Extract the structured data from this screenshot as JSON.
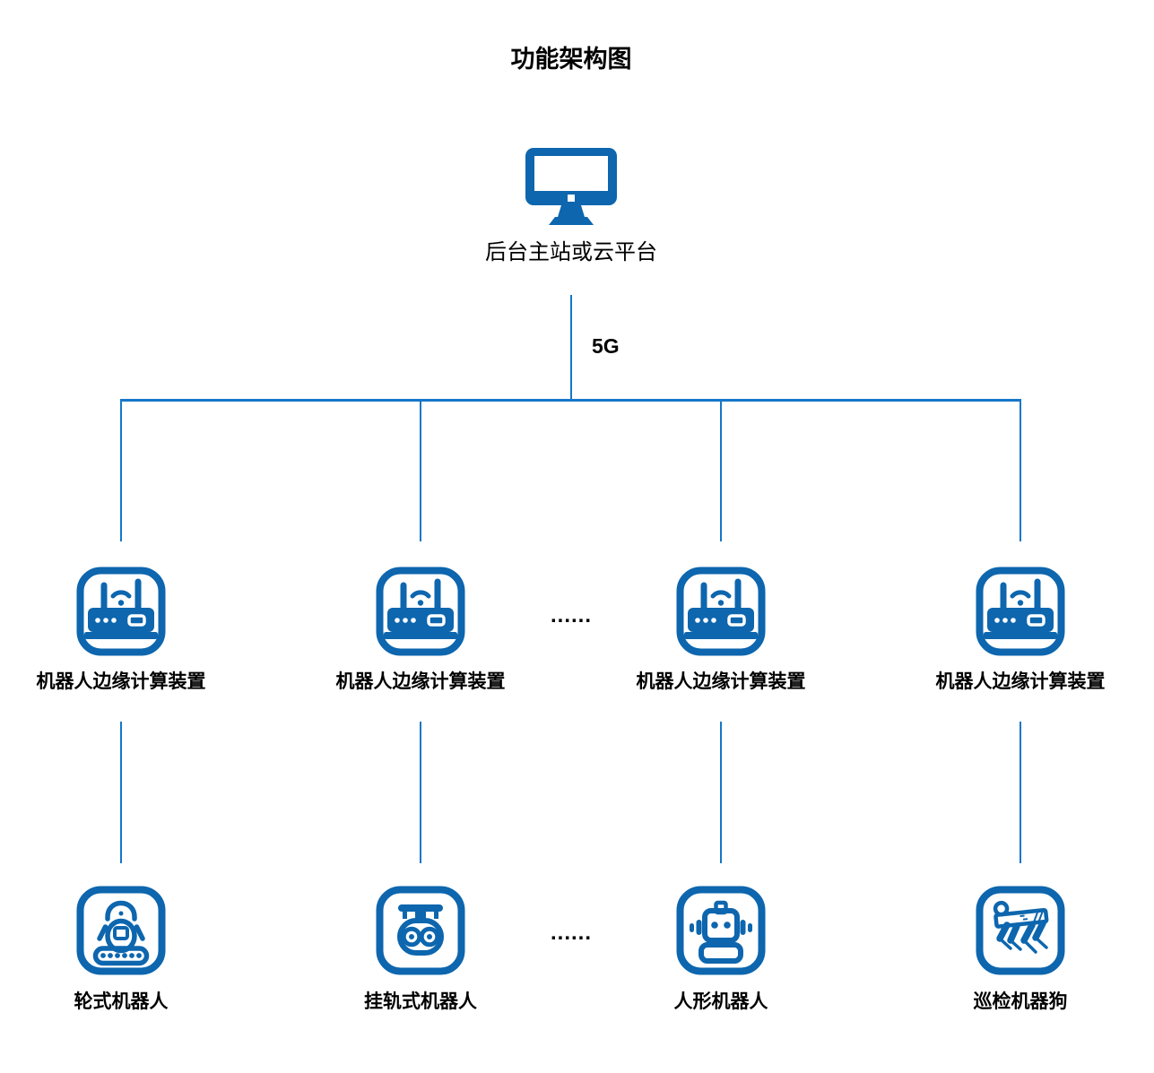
{
  "title": "功能架构图",
  "colors": {
    "icon_blue": "#0D66AE",
    "line_blue": "#1577C9",
    "text": "#000000"
  },
  "root_node": {
    "label": "后台主站或云平台",
    "icon": "monitor-icon"
  },
  "link_label": "5G",
  "edge_layer": {
    "ellipsis": "......",
    "nodes": [
      {
        "label": "机器人边缘计算装置",
        "icon": "router-icon"
      },
      {
        "label": "机器人边缘计算装置",
        "icon": "router-icon"
      },
      {
        "label": "机器人边缘计算装置",
        "icon": "router-icon"
      },
      {
        "label": "机器人边缘计算装置",
        "icon": "router-icon"
      }
    ]
  },
  "robot_layer": {
    "ellipsis": "......",
    "nodes": [
      {
        "label": "轮式机器人",
        "icon": "wheeled-robot-icon"
      },
      {
        "label": "挂轨式机器人",
        "icon": "rail-robot-icon"
      },
      {
        "label": "人形机器人",
        "icon": "humanoid-robot-icon"
      },
      {
        "label": "巡检机器狗",
        "icon": "robot-dog-icon"
      }
    ]
  }
}
